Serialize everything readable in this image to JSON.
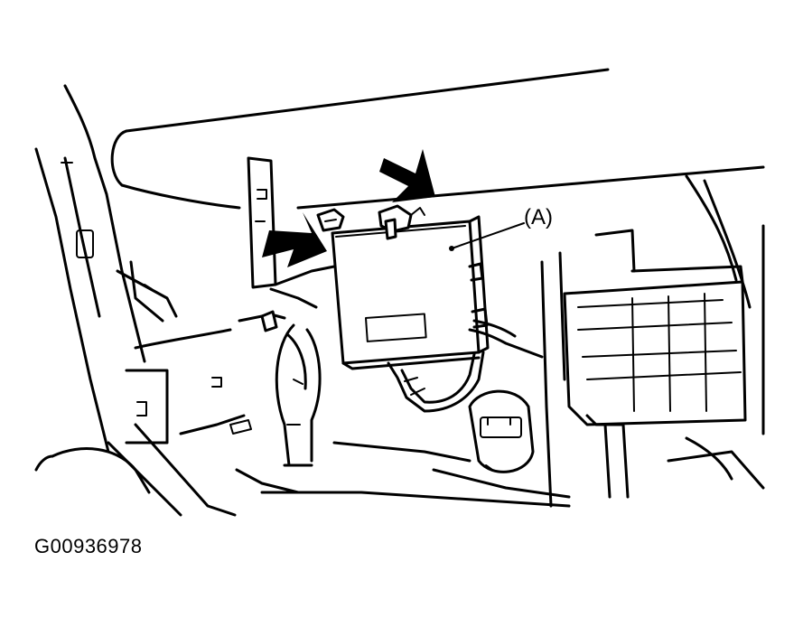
{
  "diagram": {
    "callouts": [
      {
        "id": "A",
        "text": "(A)"
      }
    ],
    "figure_id": "G00936978",
    "colors": {
      "line": "#000000",
      "background": "#ffffff"
    },
    "arrows": [
      {
        "icon": "arrow-down-right-icon",
        "points_to": "upper-nut"
      },
      {
        "icon": "arrow-down-left-icon",
        "points_to": "left-nut"
      }
    ]
  }
}
